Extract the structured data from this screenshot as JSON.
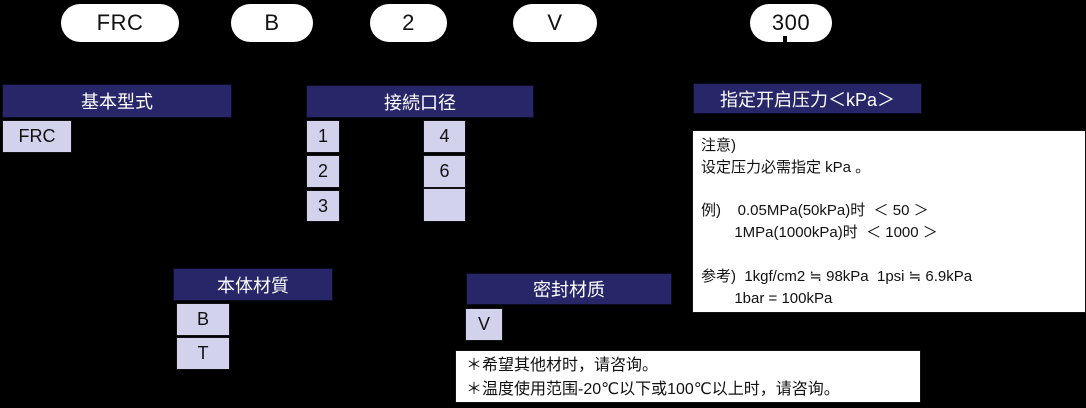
{
  "colors": {
    "background": "#000000",
    "header_bg": "#272668",
    "header_text": "#ffffff",
    "option_bg": "#d3d2ec",
    "note_bg": "#ffffff"
  },
  "model_code": {
    "pills": [
      {
        "label": "FRC"
      },
      {
        "label": "B"
      },
      {
        "label": "2"
      },
      {
        "label": "V"
      },
      {
        "label": "300"
      }
    ]
  },
  "sections": {
    "basic_type": {
      "title": "基本型式",
      "options": [
        "FRC"
      ]
    },
    "connection_size": {
      "title": "接続口径",
      "column1": [
        "1",
        "2",
        "3"
      ],
      "column2": [
        "4",
        "6",
        ""
      ]
    },
    "body_material": {
      "title": "本体材質",
      "options": [
        "B",
        "T"
      ]
    },
    "seal_material": {
      "title": "密封材质",
      "options": [
        "V"
      ]
    },
    "set_pressure": {
      "title": "指定开启压力＜kPa＞",
      "note": "注意)\n设定压力必需指定 kPa 。\n\n例)    0.05MPa(50kPa)时  ＜ 50 ＞\n        1MPa(1000kPa)时  ＜ 1000 ＞\n\n参考)  1kgf/cm2 ≒ 98kPa  1psi ≒ 6.9kPa\n        1bar = 100kPa"
    }
  },
  "footnote": "＊希望其他材时，请咨询。\n＊温度使用范围-20℃以下或100℃以上时，请咨询。"
}
